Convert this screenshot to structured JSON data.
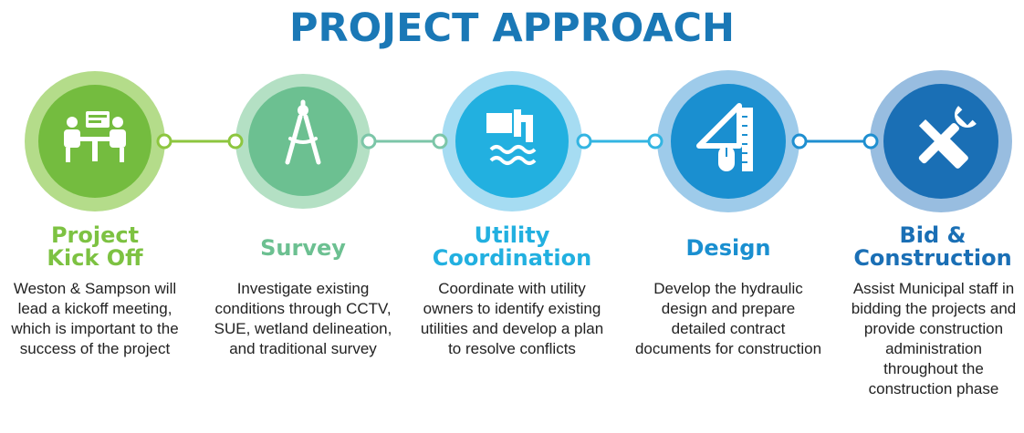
{
  "title": "PROJECT APPROACH",
  "colors": {
    "title": "#1a78b6",
    "connector": "#8dc63f",
    "step_colors": [
      "#7dc242",
      "#6cc091",
      "#22b0e0",
      "#1a8fd0",
      "#1a6fb5"
    ]
  },
  "steps": [
    {
      "title": "Project Kick Off",
      "icon": "meeting-icon",
      "description": "Weston & Sampson will lead a kickoff meeting, which is important to the success of the project"
    },
    {
      "title": "Survey",
      "icon": "compass-icon",
      "description": "Investigate existing conditions through CCTV, SUE, wetland delineation, and traditional survey"
    },
    {
      "title": "Utility Coordination",
      "icon": "pipe-water-icon",
      "description": "Coordinate with utility owners to identify existing utilities and develop a plan to resolve conflicts"
    },
    {
      "title": "Design",
      "icon": "drafting-tools-icon",
      "description": "Develop the hydraulic design and prepare detailed contract documents for construction"
    },
    {
      "title": "Bid & Construction",
      "icon": "tools-icon",
      "description": "Assist Municipal staff in bidding the projects and provide construction administration throughout the construction phase"
    }
  ]
}
